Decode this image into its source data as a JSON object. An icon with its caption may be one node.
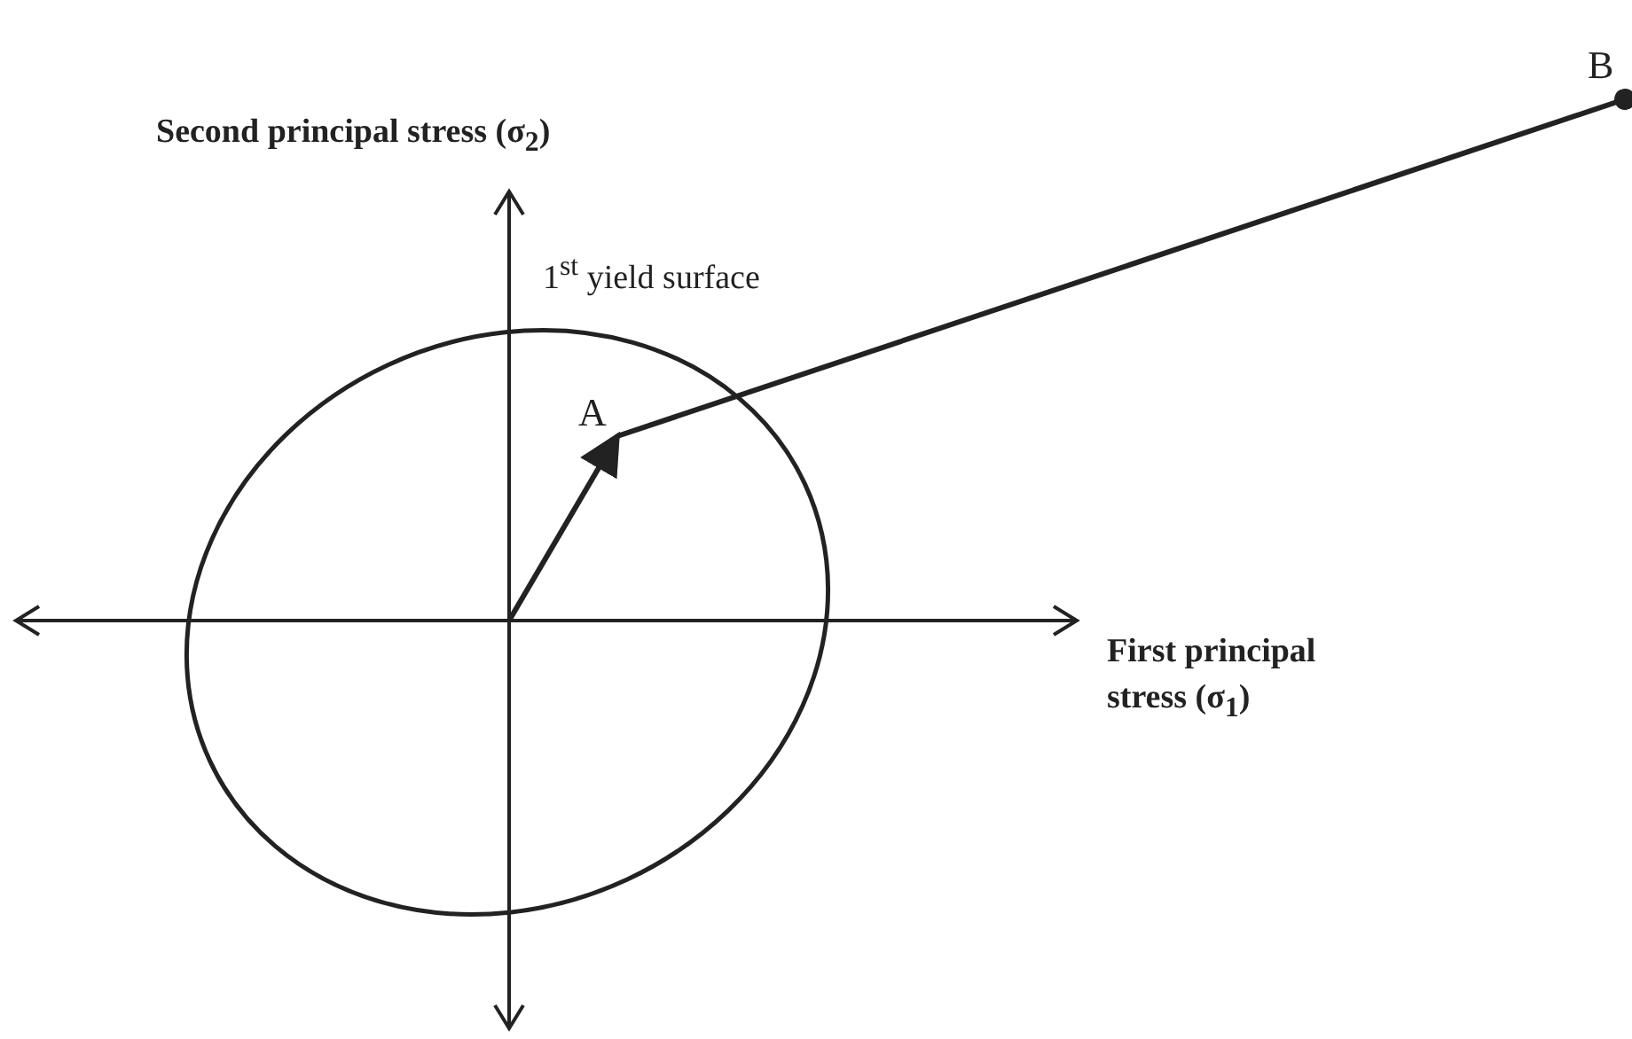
{
  "diagram": {
    "nodes": [
      {
        "text": [
          "A"
        ]
      },
      {
        "text": [
          "B"
        ]
      }
    ],
    "edges": [
      {
        "from": null,
        "to": 0,
        "arrow": "to"
      },
      {
        "from": 0,
        "to": 1,
        "arrow": "other"
      }
    ],
    "labels": [
      "Second principal stress (σ$_{2}$)",
      "1$^{st}$ yield surface",
      "First principal stress (σ$_{1}$)"
    ]
  }
}
